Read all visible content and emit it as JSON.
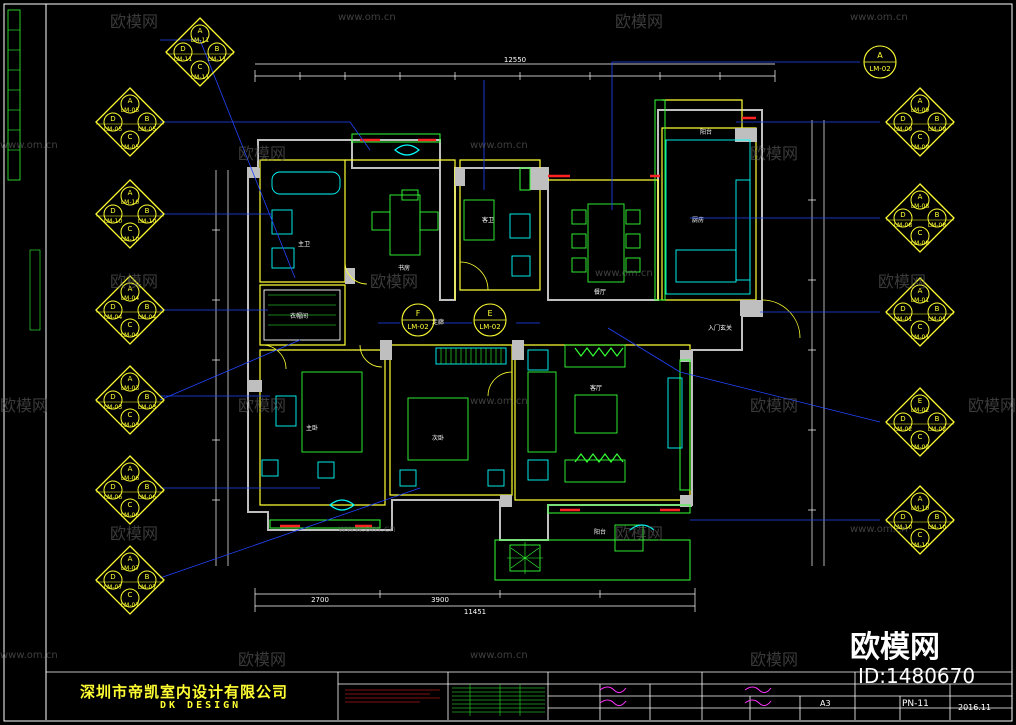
{
  "title_block": {
    "company": "深圳市帝凯室内设计有限公司",
    "company_sub": "DK DESIGN",
    "drawing_no": "PN-11",
    "date": "2016.11",
    "scale": "A3"
  },
  "watermark": {
    "logo_text": "欧模网",
    "url": "www.om.cn",
    "big_logo": "欧模网",
    "id_text": "ID:1480670"
  },
  "dimensions": {
    "top_total": "12550",
    "bottom_total": "11451",
    "bottom_segments": [
      "2700",
      "3900"
    ]
  },
  "rooms": [
    {
      "key": "master_bath",
      "label": "主卫"
    },
    {
      "key": "study",
      "label": "书房"
    },
    {
      "key": "guest_bath",
      "label": "客卫"
    },
    {
      "key": "dining",
      "label": "餐厅"
    },
    {
      "key": "kitchen",
      "label": "厨房"
    },
    {
      "key": "balcony_service",
      "label": "阳台"
    },
    {
      "key": "entrance",
      "label": "入门玄关"
    },
    {
      "key": "corridor",
      "label": "走廊"
    },
    {
      "key": "cloakroom",
      "label": "衣帽间"
    },
    {
      "key": "master_bed",
      "label": "主卧"
    },
    {
      "key": "second_bed",
      "label": "次卧"
    },
    {
      "key": "living",
      "label": "客厅"
    },
    {
      "key": "balcony",
      "label": "阳台"
    }
  ],
  "callouts_left": [
    {
      "letters": [
        "A",
        "D",
        "B",
        "C"
      ],
      "codes": [
        "LM-11",
        "LM-11"
      ],
      "mid": "LM-11"
    },
    {
      "letters": [
        "A",
        "D",
        "B",
        "C"
      ],
      "codes": [
        "LM-05",
        "LM-05"
      ],
      "mid": "LM-05"
    },
    {
      "letters": [
        "A",
        "D",
        "B",
        "C"
      ],
      "codes": [
        "LM-10",
        "LM-10"
      ],
      "mid": "LM-10"
    },
    {
      "letters": [
        "A",
        "D",
        "B",
        "C"
      ],
      "codes": [
        "LM-04",
        "LM-04"
      ],
      "mid": "LM-04"
    },
    {
      "letters": [
        "A",
        "D",
        "B",
        "C"
      ],
      "codes": [
        "LM-03",
        "LM-03"
      ],
      "mid": "LM-03"
    },
    {
      "letters": [
        "A",
        "D",
        "B",
        "C"
      ],
      "codes": [
        "LM-06",
        "LM-06"
      ],
      "mid": "LM-06"
    },
    {
      "letters": [
        "A",
        "D",
        "B",
        "C"
      ],
      "codes": [
        "LM-07",
        "LM-07"
      ],
      "mid": "LM-07"
    }
  ],
  "callouts_right": [
    {
      "letters": [
        "A",
        "D",
        "B",
        "C"
      ],
      "codes": [
        "LM-09",
        "LM-09"
      ],
      "mid": "LM-09"
    },
    {
      "letters": [
        "A",
        "D",
        "B",
        "C"
      ],
      "codes": [
        "LM-08",
        "LM-08"
      ],
      "mid": "LM-08"
    },
    {
      "letters": [
        "A",
        "D",
        "B",
        "C"
      ],
      "codes": [
        "LM-01",
        "LM-01"
      ],
      "mid": "LM-01"
    },
    {
      "letters": [
        "E",
        "D",
        "B",
        "C"
      ],
      "codes": [
        "LM-02",
        "LM-02"
      ],
      "mid": "LM-02"
    },
    {
      "letters": [
        "A",
        "D",
        "B",
        "C"
      ],
      "codes": [
        "LM-10",
        "LM-10"
      ],
      "mid": "LM-10"
    }
  ],
  "single_callouts": [
    {
      "letter": "A",
      "code": "LM-02"
    },
    {
      "letter": "F",
      "code": "LM-02"
    },
    {
      "letter": "E",
      "code": "LM-02"
    }
  ],
  "colors": {
    "yellow": "#ffff33",
    "green": "#33ff33",
    "cyan": "#00ffff",
    "blue": "#2244ff",
    "white": "#ffffff",
    "red": "#ff2222",
    "gray": "#bfbfbf"
  }
}
